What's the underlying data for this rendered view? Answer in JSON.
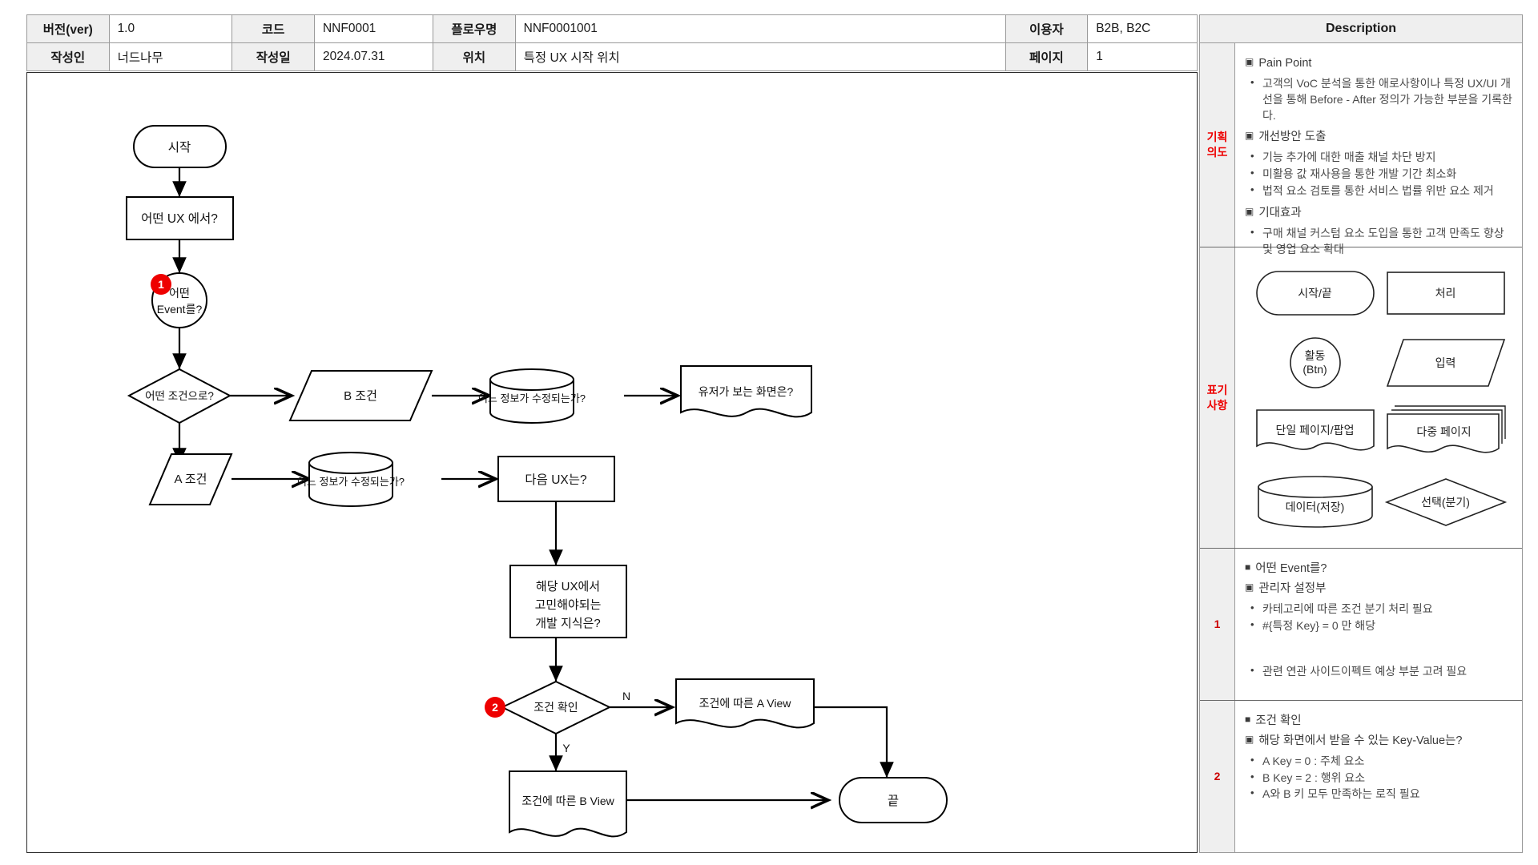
{
  "meta": {
    "row1": [
      {
        "label": "버전(ver)",
        "value": "1.0"
      },
      {
        "label": "코드",
        "value": "NNF0001"
      },
      {
        "label": "플로우명",
        "value": "NNF0001001"
      },
      {
        "label": "이용자",
        "value": "B2B, B2C"
      }
    ],
    "row2": [
      {
        "label": "작성인",
        "value": "너드나무"
      },
      {
        "label": "작성일",
        "value": "2024.07.31"
      },
      {
        "label": "위치",
        "value": "특정 UX 시작 위치"
      },
      {
        "label": "페이지",
        "value": "1"
      }
    ]
  },
  "flow": {
    "nodes": {
      "start": "시작",
      "which_ux": "어떤 UX 에서?",
      "which_event_l1": "어떤",
      "which_event_l2": "Event를?",
      "which_condition": "어떤 조건으로?",
      "cond_b": "B 조건",
      "cond_a": "A 조건",
      "data_b": "어느 정보가 수정되는가?",
      "data_a": "어느 정보가 수정되는가?",
      "user_view": "유저가 보는 화면은?",
      "next_ux": "다음 UX는?",
      "dev_knowledge_l1": "해당 UX에서",
      "dev_knowledge_l2": "고민해야되는",
      "dev_knowledge_l3": "개발 지식은?",
      "check_condition": "조건 확인",
      "a_view": "조건에 따른 A View",
      "b_view": "조건에 따른 B View",
      "end": "끝"
    },
    "edge_labels": {
      "no": "N",
      "yes": "Y"
    },
    "badges": [
      {
        "text": "1"
      },
      {
        "text": "2"
      }
    ]
  },
  "description": {
    "title": "Description",
    "sections": [
      {
        "key": "기획\n의도",
        "key_line1": "기획",
        "key_line2": "의도",
        "blocks": [
          {
            "marker": "open",
            "heading": "Pain Point",
            "items": [
              "고객의 VoC 분석을 통한 애로사항이나 특정 UX/UI 개선을 통해 Before - After 정의가 가능한 부분을 기록한다."
            ]
          },
          {
            "marker": "open",
            "heading": "개선방안 도출",
            "items": [
              "기능 추가에 대한 매출 채널 차단 방지",
              "미활용 값 재사용을 통한 개발 기간 최소화",
              "법적 요소 검토를 통한 서비스 법률 위반 요소 제거"
            ]
          },
          {
            "marker": "open",
            "heading": "기대효과",
            "items": [
              "구매 채널 커스텀 요소 도입을 통한 고객 만족도 향상 및 영업 요소 확대"
            ]
          }
        ]
      },
      {
        "key_line1": "표기",
        "key_line2": "사항",
        "legend": [
          {
            "shape": "terminator",
            "label": "시작/끝"
          },
          {
            "shape": "process",
            "label": "처리"
          },
          {
            "shape": "circle",
            "label_line1": "활동",
            "label_line2": "(Btn)"
          },
          {
            "shape": "parallelogram",
            "label": "입력"
          },
          {
            "shape": "document",
            "label": "단일 페이지/팝업"
          },
          {
            "shape": "multidocument",
            "label": "다중 페이지"
          },
          {
            "shape": "database",
            "label": "데이터(저장)"
          },
          {
            "shape": "diamond",
            "label": "선택(분기)"
          }
        ]
      },
      {
        "key_line1": "1",
        "key_line2": "",
        "blocks": [
          {
            "marker": "filled",
            "heading": "어떤 Event를?",
            "items": []
          },
          {
            "marker": "open",
            "heading": "관리자 설정부",
            "items": [
              "카테고리에 따른 조건 분기 처리 필요",
              "#{특정 Key} = 0 만 해당"
            ]
          },
          {
            "marker": "none",
            "heading": "",
            "spacer": true,
            "items": [
              "관련 연관 사이드이펙트 예상 부분 고려 필요"
            ]
          }
        ]
      },
      {
        "key_line1": "2",
        "key_line2": "",
        "blocks": [
          {
            "marker": "filled",
            "heading": "조건 확인",
            "items": []
          },
          {
            "marker": "open",
            "heading": "해당 화면에서 받을 수 있는 Key-Value는?",
            "items": [
              "A Key = 0 : 주체 요소",
              "B Key = 2 : 행위 요소",
              "A와 B 키 모두 만족하는 로직 필요"
            ]
          }
        ]
      }
    ]
  },
  "colors": {
    "badge": "#ee0000",
    "key_text": "#ee0000",
    "header_bg": "#efefef",
    "border": "#9a9a9a",
    "stroke": "#000000"
  }
}
